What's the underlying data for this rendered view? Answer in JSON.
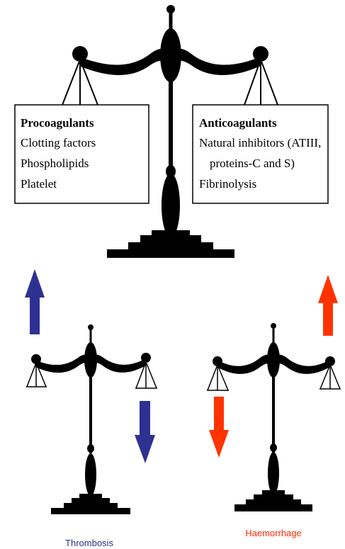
{
  "top_scale": {
    "left_box": {
      "title": "Procoagulants",
      "items": [
        "Clotting factors",
        "Phospholipids",
        "Platelet"
      ]
    },
    "right_box": {
      "title": "Anticoagulants",
      "line1": "Natural inhibitors (ATIII,",
      "line2": "proteins-C and S)",
      "line3": "Fibrinolysis"
    }
  },
  "bottom_left": {
    "label": "Thrombosis",
    "label_color": "#2e3192",
    "arrow_color": "#2e3192",
    "up_arrow_icon": "arrow-up-icon",
    "down_arrow_icon": "arrow-down-icon"
  },
  "bottom_right": {
    "label": "Haemorrhage",
    "label_color": "#ff2a00",
    "arrow_color": "#ff3300",
    "up_arrow_icon": "arrow-up-icon",
    "down_arrow_icon": "arrow-down-icon"
  }
}
